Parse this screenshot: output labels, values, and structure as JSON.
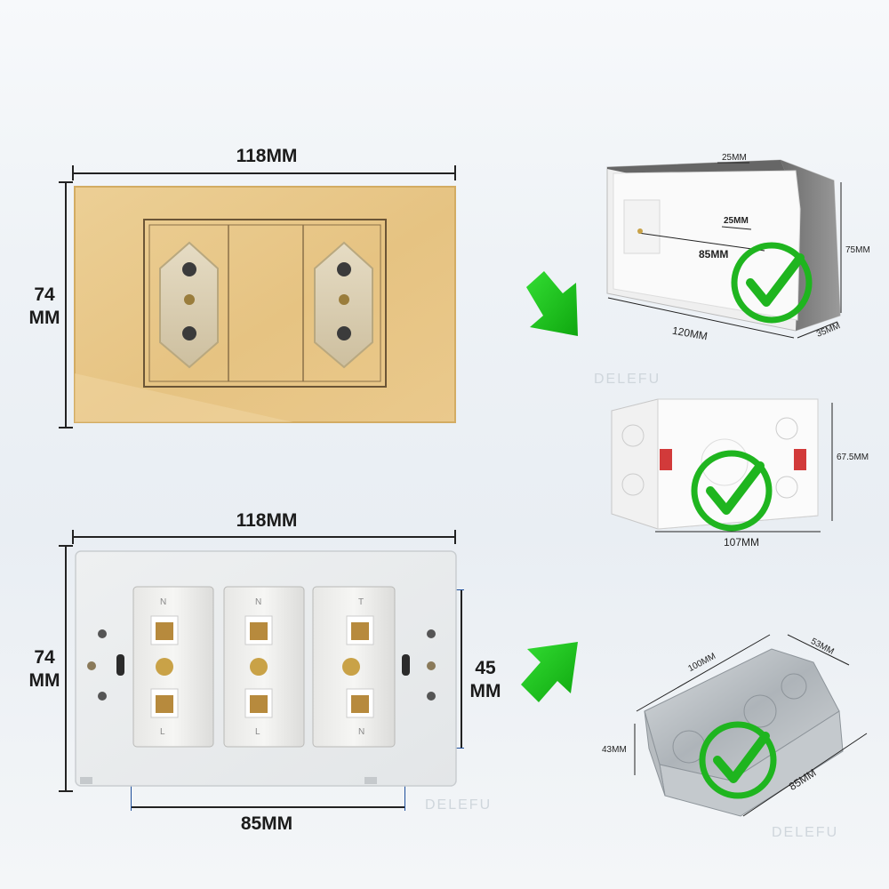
{
  "gold_panel": {
    "width_label": "118MM",
    "height_label_line1": "74",
    "height_label_line2": "MM",
    "color": "#e8c88a"
  },
  "back_panel": {
    "width_label": "118MM",
    "height_label_line1": "74",
    "height_label_line2": "MM",
    "mount_height_line1": "45",
    "mount_height_line2": "MM",
    "mount_spacing_label": "85MM",
    "terminal_letters": [
      "N",
      "L",
      "N",
      "L",
      "T",
      "N"
    ]
  },
  "box_plastic_white": {
    "top_slot": "25MM",
    "inner_slot": "25MM",
    "hole_spacing": "85MM",
    "length": "120MM",
    "height": "75MM",
    "depth": "35MM"
  },
  "box_plastic_cassette": {
    "height": "67.5MM",
    "length": "107MM"
  },
  "box_metal": {
    "length": "100MM",
    "width": "53MM",
    "height": "43MM",
    "hole_spacing": "85MM"
  },
  "watermark": "DELEFU",
  "colors": {
    "check_green": "#1fb51f",
    "arrow_green": "#19c419"
  }
}
